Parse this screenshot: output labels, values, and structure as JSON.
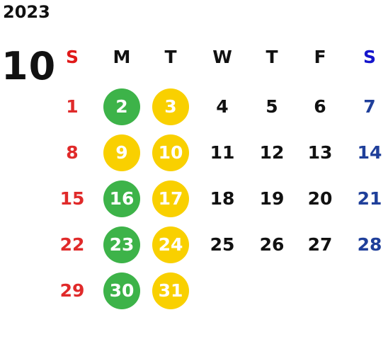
{
  "calendar": {
    "year": "2023",
    "month": "10",
    "weekdays": [
      {
        "label": "S",
        "kind": "sun"
      },
      {
        "label": "M",
        "kind": "weekday"
      },
      {
        "label": "T",
        "kind": "weekday"
      },
      {
        "label": "W",
        "kind": "weekday"
      },
      {
        "label": "T",
        "kind": "weekday"
      },
      {
        "label": "F",
        "kind": "weekday"
      },
      {
        "label": "S",
        "kind": "sat"
      }
    ],
    "weeks": [
      [
        {
          "label": "1",
          "style": "sun"
        },
        {
          "label": "2",
          "style": "green"
        },
        {
          "label": "3",
          "style": "yellow"
        },
        {
          "label": "4",
          "style": "plain"
        },
        {
          "label": "5",
          "style": "plain"
        },
        {
          "label": "6",
          "style": "plain"
        },
        {
          "label": "7",
          "style": "sat"
        }
      ],
      [
        {
          "label": "8",
          "style": "sun"
        },
        {
          "label": "9",
          "style": "yellow"
        },
        {
          "label": "10",
          "style": "yellow"
        },
        {
          "label": "11",
          "style": "plain"
        },
        {
          "label": "12",
          "style": "plain"
        },
        {
          "label": "13",
          "style": "plain"
        },
        {
          "label": "14",
          "style": "sat"
        }
      ],
      [
        {
          "label": "15",
          "style": "sun"
        },
        {
          "label": "16",
          "style": "green"
        },
        {
          "label": "17",
          "style": "yellow"
        },
        {
          "label": "18",
          "style": "plain"
        },
        {
          "label": "19",
          "style": "plain"
        },
        {
          "label": "20",
          "style": "plain"
        },
        {
          "label": "21",
          "style": "sat"
        }
      ],
      [
        {
          "label": "22",
          "style": "sun"
        },
        {
          "label": "23",
          "style": "green"
        },
        {
          "label": "24",
          "style": "yellow"
        },
        {
          "label": "25",
          "style": "plain"
        },
        {
          "label": "26",
          "style": "plain"
        },
        {
          "label": "27",
          "style": "plain"
        },
        {
          "label": "28",
          "style": "sat"
        }
      ],
      [
        {
          "label": "29",
          "style": "sun"
        },
        {
          "label": "30",
          "style": "green"
        },
        {
          "label": "31",
          "style": "yellow"
        }
      ]
    ],
    "colors": {
      "sunday_red": "#e02a2a",
      "saturday_blue": "#1f3f9a",
      "green_circle": "#3db349",
      "yellow_circle": "#f9d000",
      "text": "#111111"
    }
  }
}
